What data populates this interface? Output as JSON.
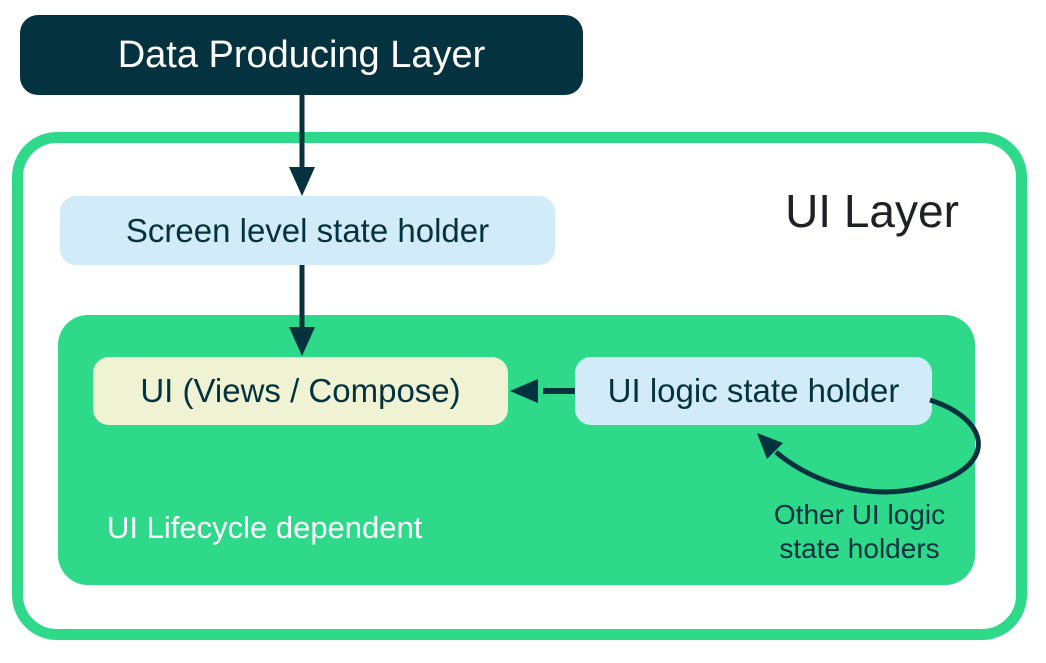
{
  "diagram": {
    "title": "UI Layer state holders diagram",
    "nodes": {
      "data_producing_layer": {
        "label": "Data Producing Layer"
      },
      "ui_layer": {
        "label": "UI Layer"
      },
      "screen_state_holder": {
        "label": "Screen level state holder"
      },
      "ui_views_compose": {
        "label": "UI (Views / Compose)"
      },
      "ui_logic_state_holder": {
        "label": "UI logic state holder"
      },
      "ui_lifecycle_dependent": {
        "label": "UI Lifecycle dependent"
      },
      "other_ui_logic": {
        "label": "Other UI logic state holders"
      }
    },
    "edges": [
      {
        "from": "data_producing_layer",
        "to": "screen_state_holder",
        "type": "arrow-down"
      },
      {
        "from": "screen_state_holder",
        "to": "ui_views_compose",
        "type": "arrow-down"
      },
      {
        "from": "ui_logic_state_holder",
        "to": "ui_views_compose",
        "type": "arrow-left"
      },
      {
        "from": "ui_logic_state_holder",
        "to": "ui_logic_state_holder",
        "type": "curved-self-loop"
      }
    ],
    "colors": {
      "dark_teal": "#04323F",
      "green": "#2ED98A",
      "light_blue": "#D2EBF8",
      "pale_yellow": "#EFF3D3",
      "white": "#FFFFFF",
      "title_black": "#202124"
    }
  }
}
